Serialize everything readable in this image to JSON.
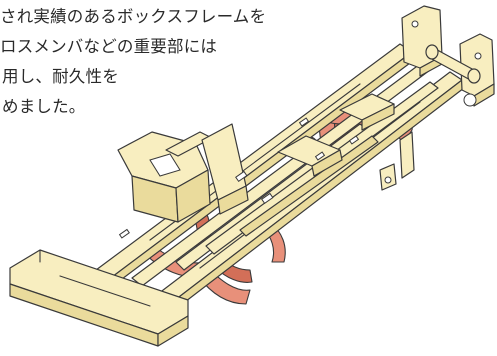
{
  "description_text": {
    "lines": [
      "され実績のあるボックスフレームを",
      "ロスメンバなどの重要部には",
      "用し、耐久性を",
      "めました。"
    ]
  },
  "illustration": {
    "icon": "chassis-frame-illustration",
    "colors": {
      "frame_fill": "#f8eec0",
      "frame_shade": "#eadb9c",
      "outline": "#3a3a3a",
      "suspension_fill": "#e8907a",
      "suspension_shade": "#d36f58"
    }
  }
}
